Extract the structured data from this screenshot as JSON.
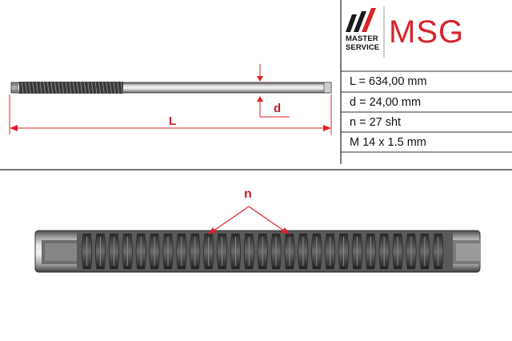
{
  "brand": {
    "sub_line1": "MASTER",
    "sub_line2": "SERVICE",
    "wordmark": "MSG",
    "colors": {
      "red": "#d8232a",
      "dark": "#1a1a1a"
    }
  },
  "specs": [
    "L = 634,00 mm",
    "d = 24,00 mm",
    "n = 27 sht",
    "M 14 x 1.5 mm"
  ],
  "labels": {
    "length": "L",
    "diameter": "d",
    "teeth": "n"
  },
  "annotation_color": "#e0202a"
}
